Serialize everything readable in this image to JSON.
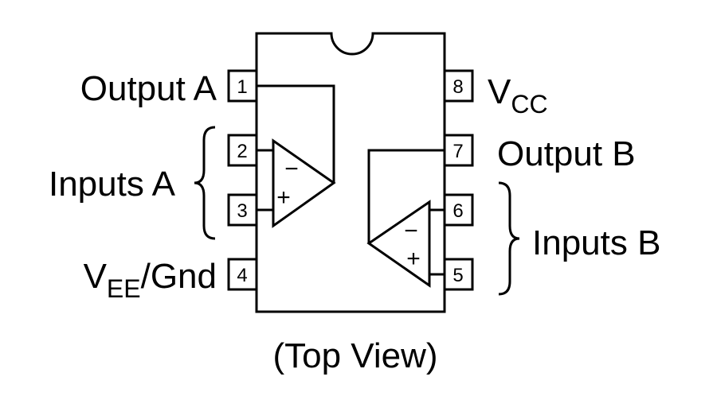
{
  "caption": "(Top View)",
  "labels": {
    "output_a": "Output A",
    "inputs_a": "Inputs A",
    "vee_main": "V",
    "vee_sub": "EE",
    "vee_suffix": "/Gnd",
    "vcc_main": "V",
    "vcc_sub": "CC",
    "output_b": "Output B",
    "inputs_b": "Inputs B"
  },
  "pins": {
    "p1": "1",
    "p2": "2",
    "p3": "3",
    "p4": "4",
    "p5": "5",
    "p6": "6",
    "p7": "7",
    "p8": "8"
  },
  "opamp_a": {
    "minus": "−",
    "plus": "+"
  },
  "opamp_b": {
    "minus": "−",
    "plus": "+"
  }
}
